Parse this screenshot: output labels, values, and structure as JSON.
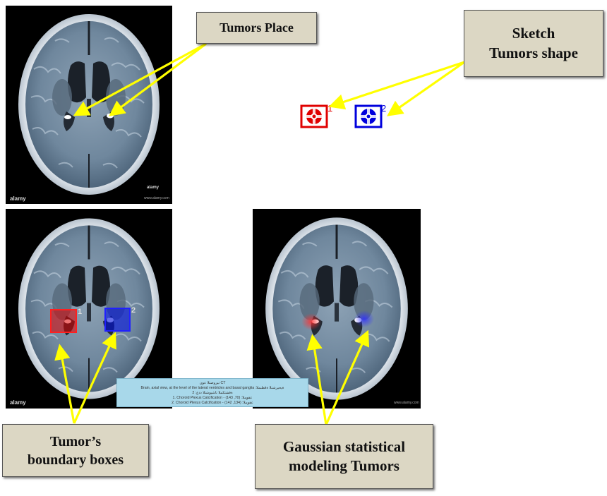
{
  "callouts": {
    "tumors_place": "Tumors Place",
    "sketch_line1": "Sketch",
    "sketch_line2": "Tumors shape",
    "boundary_line1": "Tumor’s",
    "boundary_line2": "boundary boxes",
    "gaussian_line1": "Gaussian statistical",
    "gaussian_line2": "modeling Tumors"
  },
  "markers": {
    "tumor1": "1",
    "tumor2": "2"
  },
  "watermark": {
    "brand": "alamy",
    "stock": "alamy",
    "small_text": "www.alamy.com"
  },
  "info_panel": {
    "line1": "تيروصتلا عون CT",
    "line2": "Brain, axial view, at the level of the lateral ventricles and basal ganglia :ةيحيرشتلا ةقطنملا",
    "line3": "2 :ةفشتكملا تاشيوشتلا ددع",
    "line4": "1. Choroid Plexus Calcification - عقوملا: (70, 143)",
    "line5": "2. Choroid Plexus Calcification - عقوملا: (134, 142)"
  },
  "colors": {
    "callout_bg": "#dcd7c4",
    "arrow": "#ffff00",
    "tumor1": "#e00000",
    "tumor2": "#0000dd",
    "panel_bg": "#a8d8ea"
  }
}
